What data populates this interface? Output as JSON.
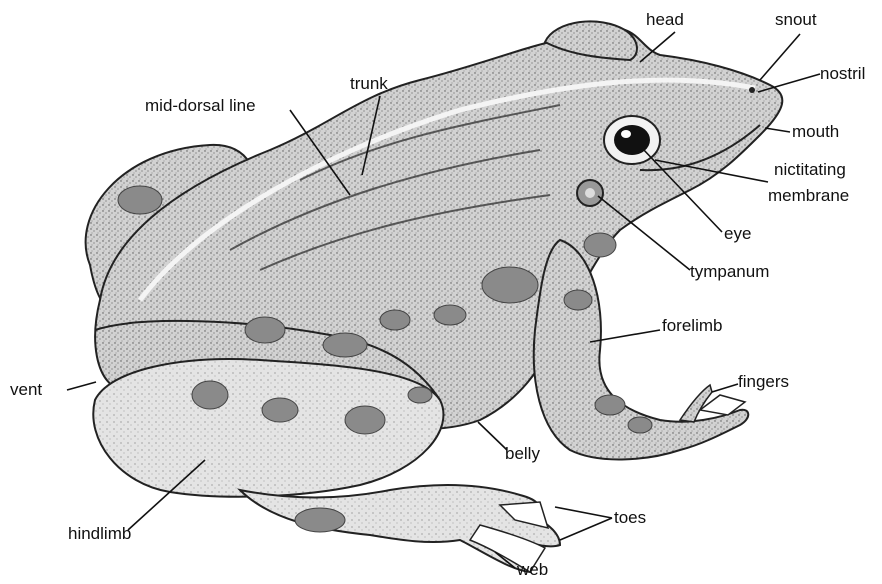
{
  "labels": {
    "head": "head",
    "snout": "snout",
    "nostril": "nostril",
    "trunk": "trunk",
    "mid_dorsal_line": "mid-dorsal line",
    "mouth": "mouth",
    "nictitating_1": "nictitating",
    "nictitating_2": "membrane",
    "eye": "eye",
    "tympanum": "tympanum",
    "forelimb": "forelimb",
    "fingers": "fingers",
    "vent": "vent",
    "belly": "belly",
    "toes": "toes",
    "hindlimb": "hindlimb",
    "web": "web"
  },
  "colors": {
    "ink": "#111111",
    "skin": "#cfcfcf",
    "skin_light": "#e6e6e6",
    "spot": "#8c8c8c",
    "background": "#ffffff"
  }
}
